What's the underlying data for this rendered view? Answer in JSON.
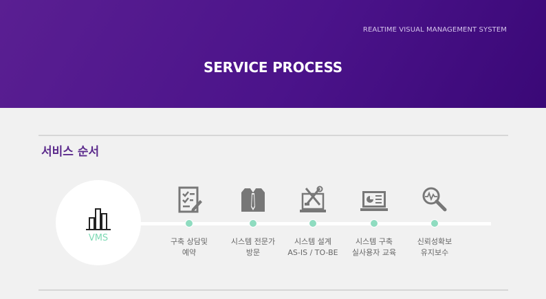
{
  "header": {
    "subtitle": "REALTIME VISUAL MANAGEMENT SYSTEM",
    "title": "SERVICE PROCESS"
  },
  "section": {
    "title": "서비스 순서"
  },
  "start_node": {
    "label": "VMS",
    "icon": "bar-chart-icon"
  },
  "steps": [
    {
      "icon": "checklist-edit-icon",
      "line1": "구축 상담및",
      "line2": "예약"
    },
    {
      "icon": "suit-tie-icon",
      "line1": "시스템 전문가",
      "line2": "방문"
    },
    {
      "icon": "laptop-tools-icon",
      "line1": "시스템 설계",
      "line2": "AS-IS / TO-BE"
    },
    {
      "icon": "laptop-dashboard-icon",
      "line1": "시스템 구축",
      "line2": "실사용자 교육"
    },
    {
      "icon": "magnifier-pulse-icon",
      "line1": "신뢰성확보",
      "line2": "유지보수"
    }
  ],
  "colors": {
    "header_bg": "#4b138a",
    "section_title": "#5b2a8c",
    "accent_mint": "#7dd9b4",
    "icon_gray": "#777777"
  }
}
